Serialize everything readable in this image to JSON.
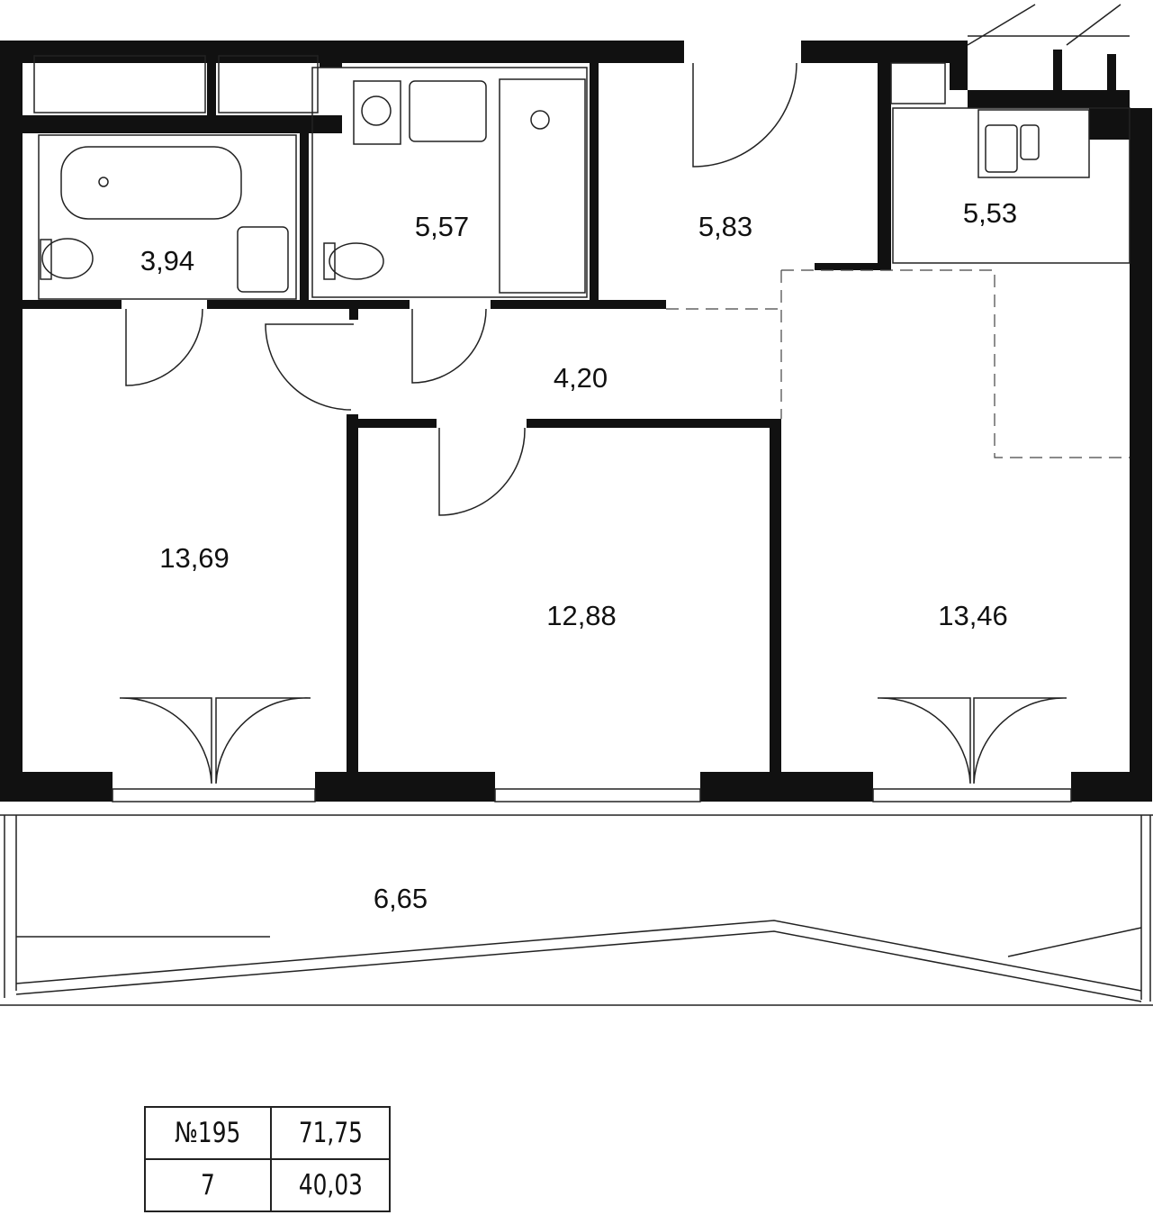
{
  "rooms": {
    "bathroom": "3,94",
    "wc_laundry": "5,57",
    "entry": "5,83",
    "kitchen": "5,53",
    "hallway": "4,20",
    "bedroom_left": "13,69",
    "bedroom_middle": "12,88",
    "living_room": "13,46",
    "balcony": "6,65"
  },
  "info_table": {
    "apartment_number": "№195",
    "total_area": "71,75",
    "floor": "7",
    "living_area": "40,03"
  },
  "colors": {
    "wall": "#111111",
    "line": "#222222"
  }
}
